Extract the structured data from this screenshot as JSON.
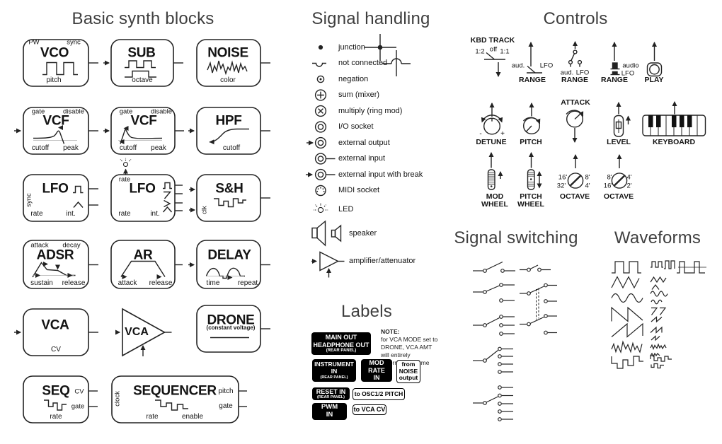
{
  "sections": {
    "basic": {
      "title": "Basic synth blocks"
    },
    "signal": {
      "title": "Signal handling"
    },
    "controls": {
      "title": "Controls"
    },
    "switching": {
      "title": "Signal switching"
    },
    "waveforms": {
      "title": "Waveforms"
    },
    "labels": {
      "title": "Labels"
    }
  },
  "blocks": {
    "vco": {
      "title": "VCO",
      "top_left": "PW",
      "top_right": "sync",
      "bottom": "pitch"
    },
    "sub": {
      "title": "SUB",
      "bottom": "octave"
    },
    "noise": {
      "title": "NOISE",
      "bottom": "color"
    },
    "vcf1": {
      "title": "VCF",
      "top_left": "gate",
      "top_right": "disable",
      "bottom_left": "cutoff",
      "bottom_right": "peak"
    },
    "vcf2": {
      "title": "VCF",
      "top_left": "gate",
      "top_right": "disable",
      "bottom_left": "cutoff",
      "bottom_right": "peak"
    },
    "hpf": {
      "title": "HPF",
      "bottom": "cutoff"
    },
    "lfo1": {
      "title": "LFO",
      "side": "sync",
      "bottom_left": "rate",
      "bottom_right": "int."
    },
    "lfo2": {
      "title": "LFO",
      "top_left": "rate",
      "bottom_left": "rate",
      "bottom_right": "int."
    },
    "sh": {
      "title": "S&H",
      "side": "clk"
    },
    "adsr": {
      "title": "ADSR",
      "top_left": "attack",
      "top_right": "decay",
      "bottom_left": "sustain",
      "bottom_right": "release"
    },
    "ar": {
      "title": "AR",
      "bottom_left": "attack",
      "bottom_right": "release"
    },
    "delay": {
      "title": "DELAY",
      "bottom_left": "time",
      "bottom_right": "repeat"
    },
    "vca1": {
      "title": "VCA",
      "bottom": "CV"
    },
    "vca2": {
      "title": "VCA"
    },
    "drone": {
      "title": "DRONE",
      "subtitle": "(constant voltage)"
    },
    "seq": {
      "title": "SEQ",
      "out_top": "CV",
      "out_bottom": "gate",
      "bottom": "rate"
    },
    "sequencer": {
      "title": "SEQUENCER",
      "side": "clock",
      "bottom_left": "rate",
      "bottom_right": "enable",
      "out_top": "pitch",
      "out_bottom": "gate"
    }
  },
  "legend": {
    "junction": "junction",
    "not_connected": "not connected",
    "negation": "negation",
    "sum": "sum (mixer)",
    "multiply": "multiply (ring mod)",
    "io_socket": "I/O socket",
    "ext_output": "external output",
    "ext_input": "external input",
    "ext_input_break": "external input with break",
    "midi": "MIDI socket",
    "led": "LED",
    "speaker": "speaker",
    "amp": "amplifier/attenuator"
  },
  "labels_panel": {
    "main_out": {
      "l1": "MAIN OUT",
      "l2": "HEADPHONE OUT",
      "l3": "(REAR PANEL)"
    },
    "note": {
      "l1": "NOTE:",
      "l2": "for VCA MODE set to",
      "l3": "DRONE, VCA AMT",
      "l4": "will entirely",
      "l5": "determine Volume"
    },
    "instrument_in": {
      "l1": "INSTRUMENT",
      "l2": "IN",
      "l3": "(REAR PANEL)"
    },
    "mod_rate_in": {
      "l1": "MOD",
      "l2": "RATE",
      "l3": "IN"
    },
    "from_noise": {
      "l1": "from",
      "l2": "NOISE",
      "l3": "output"
    },
    "reset_in": {
      "l1": "RESET IN",
      "l2": "(REAR PANEL)"
    },
    "to_osc": "to OSC1/2 PITCH",
    "pwm_in": {
      "l1": "PWM",
      "l2": "IN"
    },
    "to_vca_cv": "to VCA CV"
  },
  "controls": {
    "kbd_track": {
      "label": "KBD TRACK",
      "pos_left": "1:2",
      "pos_mid": "off",
      "pos_right": "1:1"
    },
    "range1": {
      "left": "aud.",
      "right": "LFO",
      "label": "RANGE"
    },
    "range2": {
      "left": "aud.",
      "right": "LFO",
      "label": "RANGE"
    },
    "range3": {
      "top": "audio",
      "bottom": "LFO",
      "label": "RANGE"
    },
    "play": {
      "label": "PLAY"
    },
    "detune": {
      "minus": "-",
      "plus": "+",
      "label": "DETUNE"
    },
    "pitch": {
      "label": "PITCH"
    },
    "attack": {
      "label": "ATTACK"
    },
    "level": {
      "label": "LEVEL"
    },
    "keyboard": {
      "label": "KEYBOARD"
    },
    "mod_wheel": {
      "l1": "MOD",
      "l2": "WHEEL"
    },
    "pitch_wheel": {
      "l1": "PITCH",
      "l2": "WHEEL"
    },
    "octave1": {
      "tl": "16'",
      "bl": "32'",
      "tr": "8'",
      "br": "4'",
      "label": "OCTAVE"
    },
    "octave2": {
      "tl": "8'",
      "bl": "16'",
      "tr": "4'",
      "br": "2'",
      "label": "OCTAVE"
    }
  }
}
